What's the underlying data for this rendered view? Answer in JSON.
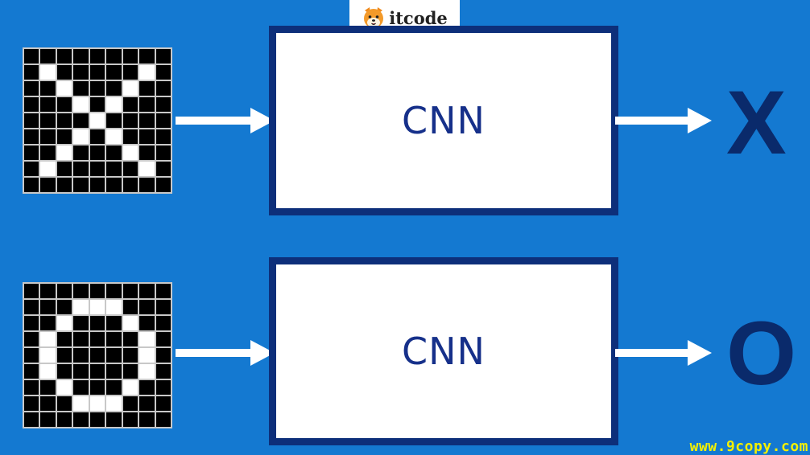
{
  "logo": {
    "text": "itcode",
    "icon": "shiba-dog-icon"
  },
  "rows": [
    {
      "input_pattern": [
        "000000000",
        "010000010",
        "001000100",
        "000101000",
        "000010000",
        "000101000",
        "001000100",
        "010000010",
        "000000000"
      ],
      "box_label": "CNN",
      "output": "X"
    },
    {
      "input_pattern": [
        "000000000",
        "000111000",
        "001000100",
        "010000010",
        "010000010",
        "010000010",
        "001000100",
        "000111000",
        "000000000"
      ],
      "box_label": "CNN",
      "output": "O"
    }
  ],
  "watermark": "www.9copy.com",
  "colors": {
    "background": "#1479d1",
    "box_border": "#0d2f7a",
    "label": "#16308a",
    "result": "#0a2a6b",
    "watermark": "#f4f000"
  }
}
